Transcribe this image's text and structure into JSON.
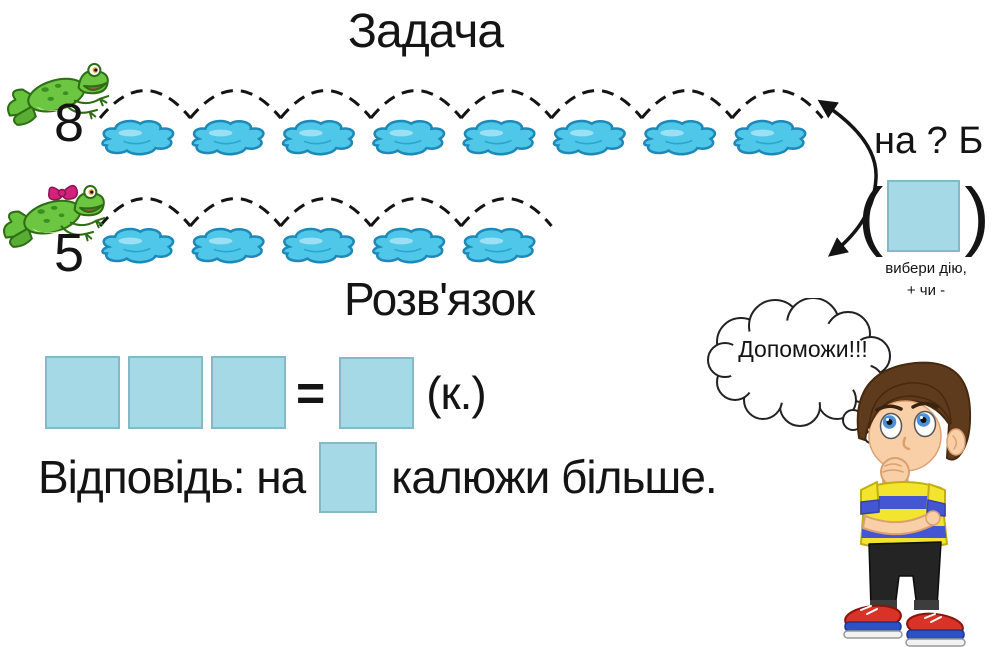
{
  "title": "Задача",
  "problem": {
    "row1": {
      "number": "8",
      "puddle_count": 8
    },
    "row2": {
      "number": "5",
      "puddle_count": 5
    }
  },
  "difference": {
    "question_label": "на ? Б",
    "open_paren": "(",
    "close_paren": ")",
    "hint_line1": "вибери дію,",
    "hint_line2": "+ чи -"
  },
  "solution": {
    "heading": "Розв'язок",
    "equals_sign": "=",
    "unit_label": "(к.)"
  },
  "answer": {
    "prefix": "Відповідь: на",
    "suffix": "калюжи більше."
  },
  "helper": {
    "thought_text": "Допоможи!!!"
  },
  "icons": {
    "frog": "frog-leaping-icon",
    "frog_girl": "frog-with-bow-icon",
    "puddle": "puddle-icon",
    "arrow": "curved-double-arrow-icon",
    "bubble": "thought-bubble-icon",
    "boy": "thinking-boy-icon"
  },
  "colors": {
    "slot_fill": "#a5d9e6",
    "slot_border": "#85b9c9",
    "puddle_fill": "#4fc7e9",
    "puddle_border": "#1e88b8",
    "ink": "#141414"
  }
}
